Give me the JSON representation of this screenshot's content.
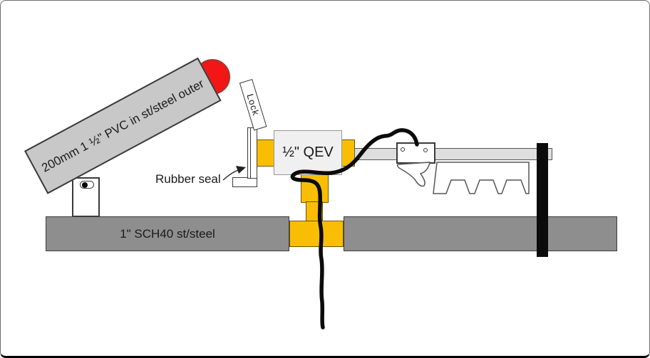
{
  "labels": {
    "barrel": "200mm 1 ½\" PVC in st/steel outer",
    "lock": "Lock",
    "rubber_seal": "Rubber seal",
    "qev": "½\" QEV",
    "pipe": "1\" SCH40 st/steel"
  },
  "icons": {
    "pivot_pin": "pivot-pin-icon"
  },
  "colors": {
    "barrel_gray": "#c8c8c8",
    "pipe_gray": "#8e8e8e",
    "rod_gray": "#dedede",
    "qev_box_gray": "#f0f0f0",
    "qev_border": "#979797",
    "fitting_yellow": "#f9be04",
    "fitting_border": "#6d5500",
    "ball_red": "#f21616",
    "ball_border": "#9c3a32",
    "cable_black": "#0b0b0b",
    "outline_dark": "#3a3a3a",
    "outline_mid": "#555555",
    "text": "#1a1a1a",
    "frame_border": "#6e6e6e",
    "frame_bottom": "#000000"
  }
}
